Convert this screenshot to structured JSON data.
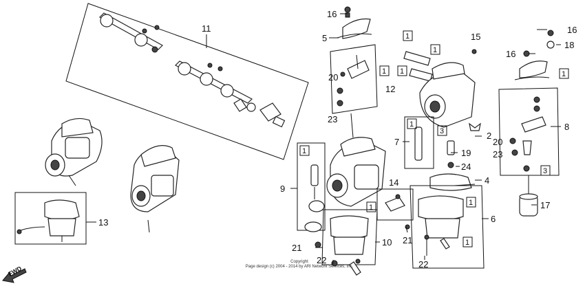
{
  "callouts": [
    {
      "id": "c11",
      "text": "11"
    },
    {
      "id": "c16a",
      "text": "16"
    },
    {
      "id": "c5",
      "text": "5"
    },
    {
      "id": "c20a",
      "text": "20"
    },
    {
      "id": "c12",
      "text": "12"
    },
    {
      "id": "c23a",
      "text": "23"
    },
    {
      "id": "c15",
      "text": "15"
    },
    {
      "id": "c16b",
      "text": "16"
    },
    {
      "id": "c16c",
      "text": "16"
    },
    {
      "id": "c18",
      "text": "18"
    },
    {
      "id": "c2",
      "text": "2"
    },
    {
      "id": "c8",
      "text": "8"
    },
    {
      "id": "c7",
      "text": "7"
    },
    {
      "id": "c19",
      "text": "19"
    },
    {
      "id": "c20b",
      "text": "20"
    },
    {
      "id": "c23b",
      "text": "23"
    },
    {
      "id": "c24",
      "text": "24"
    },
    {
      "id": "c4",
      "text": "4"
    },
    {
      "id": "c9",
      "text": "9"
    },
    {
      "id": "c13",
      "text": "13"
    },
    {
      "id": "c14",
      "text": "14"
    },
    {
      "id": "c17",
      "text": "17"
    },
    {
      "id": "c6",
      "text": "6"
    },
    {
      "id": "c21a",
      "text": "21"
    },
    {
      "id": "c10",
      "text": "10"
    },
    {
      "id": "c21b",
      "text": "21"
    },
    {
      "id": "c22a",
      "text": "22"
    },
    {
      "id": "c22b",
      "text": "22"
    }
  ],
  "boxed_labels": {
    "one": "1",
    "three": "3"
  },
  "fwd_label": "FWD",
  "copyright_line1": "Copyright",
  "copyright_line2": "Page design (c) 2004 - 2014 by ARI Network Services, Inc."
}
